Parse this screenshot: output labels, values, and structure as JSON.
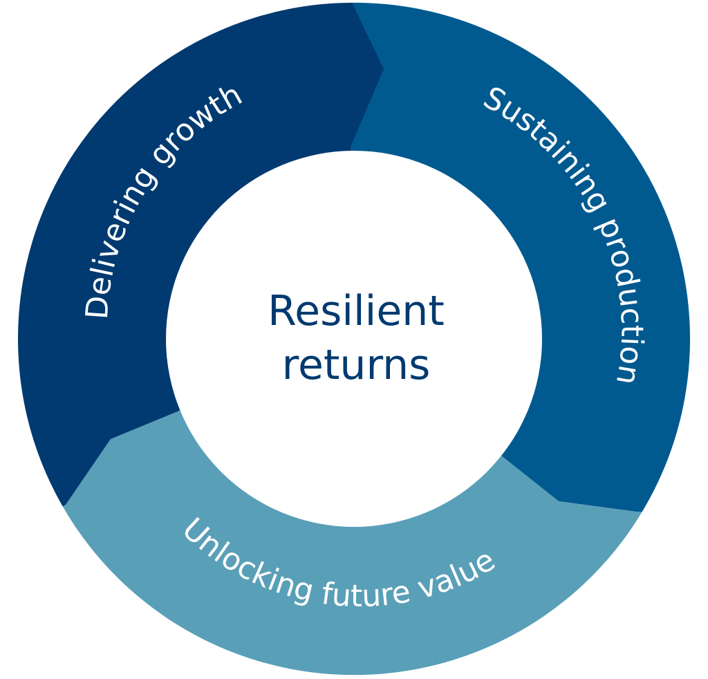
{
  "diagram": {
    "center": {
      "line1": "Resilient",
      "line2": "returns"
    },
    "segments": [
      {
        "label": "Delivering growth",
        "color": "#003a70"
      },
      {
        "label": "Sustaining production",
        "color": "#005a8f"
      },
      {
        "label": "Unlocking future value",
        "color": "#5a9fb8"
      }
    ],
    "center_text_color": "#003a70",
    "label_color": "#ffffff"
  }
}
